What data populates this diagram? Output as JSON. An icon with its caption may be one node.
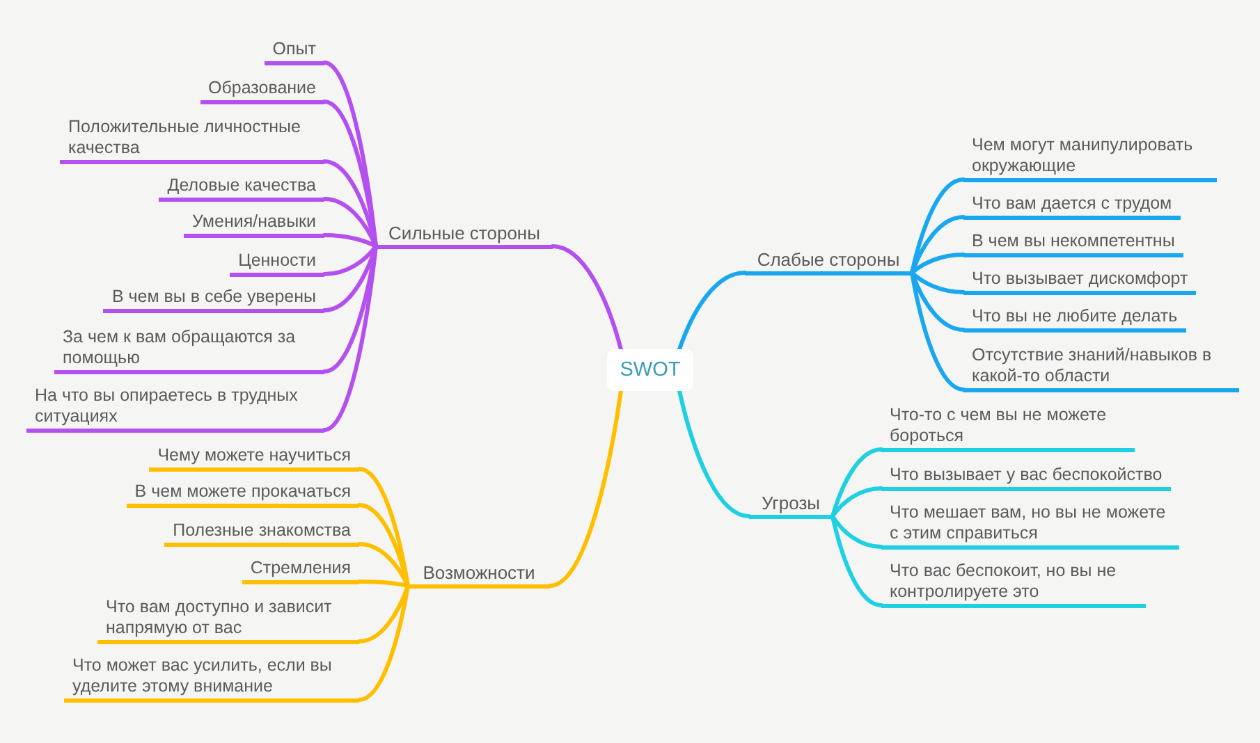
{
  "diagram": {
    "nodes": [
      {
        "text": [
          "SWOT"
        ]
      },
      {
        "text": [
          "Сильные стороны"
        ]
      },
      {
        "text": [
          "Опыт"
        ]
      },
      {
        "text": [
          "Образование"
        ]
      },
      {
        "text": [
          "Положительные личностные качества"
        ]
      },
      {
        "text": [
          "Деловые качества"
        ]
      },
      {
        "text": [
          "Умения/навыки"
        ]
      },
      {
        "text": [
          "Ценности"
        ]
      },
      {
        "text": [
          "В чем вы в себе уверены"
        ]
      },
      {
        "text": [
          "За чем к вам обращаются за помощью"
        ]
      },
      {
        "text": [
          "На что вы опираетесь в трудных ситуациях"
        ]
      },
      {
        "text": [
          "Слабые стороны"
        ]
      },
      {
        "text": [
          "Чем могут манипулировать окружающие"
        ]
      },
      {
        "text": [
          "Что вам дается с трудом"
        ]
      },
      {
        "text": [
          "В чем вы некомпетентны"
        ]
      },
      {
        "text": [
          "Что вызывает дискомфорт"
        ]
      },
      {
        "text": [
          "Что вы не любите делать"
        ]
      },
      {
        "text": [
          "Отсутствие знаний/навыков в какой-то области"
        ]
      },
      {
        "text": [
          "Возможности"
        ]
      },
      {
        "text": [
          "Чему можете научиться"
        ]
      },
      {
        "text": [
          "В чем можете прокачаться"
        ]
      },
      {
        "text": [
          "Полезные знакомства"
        ]
      },
      {
        "text": [
          "Стремления"
        ]
      },
      {
        "text": [
          "Что вам доступно и зависит напрямую от вас"
        ]
      },
      {
        "text": [
          "Что может вас усилить, если вы уделите этому внимание"
        ]
      },
      {
        "text": [
          "Угрозы"
        ]
      },
      {
        "text": [
          "Что-то с чем вы не можете бороться"
        ]
      },
      {
        "text": [
          "Что вызывает у вас беспокойство"
        ]
      },
      {
        "text": [
          "Что мешает вам, но вы не можете с этим справиться"
        ]
      },
      {
        "text": [
          "Что вас беспокоит, но вы не контролируете это"
        ]
      }
    ],
    "edges": [
      {
        "from": 0,
        "to": 1,
        "arrow": "none"
      },
      {
        "from": 1,
        "to": 2,
        "arrow": "none"
      },
      {
        "from": 1,
        "to": 3,
        "arrow": "none"
      },
      {
        "from": 1,
        "to": 4,
        "arrow": "none"
      },
      {
        "from": 1,
        "to": 5,
        "arrow": "none"
      },
      {
        "from": 1,
        "to": 6,
        "arrow": "none"
      },
      {
        "from": 1,
        "to": 7,
        "arrow": "none"
      },
      {
        "from": 1,
        "to": 8,
        "arrow": "none"
      },
      {
        "from": 1,
        "to": 9,
        "arrow": "none"
      },
      {
        "from": 1,
        "to": 10,
        "arrow": "none"
      },
      {
        "from": 0,
        "to": 11,
        "arrow": "none",
        "color": "#19a7f0"
      },
      {
        "from": 11,
        "to": 12,
        "arrow": "none",
        "color": "#19a7f0"
      },
      {
        "from": 11,
        "to": 13,
        "arrow": "none",
        "color": "#19a7f0"
      },
      {
        "from": 11,
        "to": 14,
        "arrow": "none",
        "color": "#19a7f0"
      },
      {
        "from": 11,
        "to": 15,
        "arrow": "none",
        "color": "#19a7f0"
      },
      {
        "from": 11,
        "to": 16,
        "arrow": "none",
        "color": "#19a7f0"
      },
      {
        "from": 11,
        "to": 17,
        "arrow": "none",
        "color": "#19a7f0"
      },
      {
        "from": 0,
        "to": 18,
        "arrow": "none",
        "color": "#ffbf00"
      },
      {
        "from": 18,
        "to": 19,
        "arrow": "none",
        "color": "#ffbf00"
      },
      {
        "from": 18,
        "to": 20,
        "arrow": "none",
        "color": "#ffbf00"
      },
      {
        "from": 18,
        "to": 21,
        "arrow": "none",
        "color": "#ffbf00"
      },
      {
        "from": 18,
        "to": 22,
        "arrow": "none",
        "color": "#ffbf00"
      },
      {
        "from": 18,
        "to": 23,
        "arrow": "none",
        "color": "#ffbf00"
      },
      {
        "from": 18,
        "to": 24,
        "arrow": "none",
        "color": "#ffbf00"
      },
      {
        "from": 0,
        "to": 25,
        "arrow": "none",
        "color": "#1fcfe2"
      },
      {
        "from": 25,
        "to": 26,
        "arrow": "none",
        "color": "#1fcfe2"
      },
      {
        "from": 25,
        "to": 27,
        "arrow": "none",
        "color": "#1fcfe2"
      },
      {
        "from": 25,
        "to": 28,
        "arrow": "none",
        "color": "#1fcfe2"
      },
      {
        "from": 25,
        "to": 29,
        "arrow": "none",
        "color": "#1fcfe2"
      }
    ]
  }
}
